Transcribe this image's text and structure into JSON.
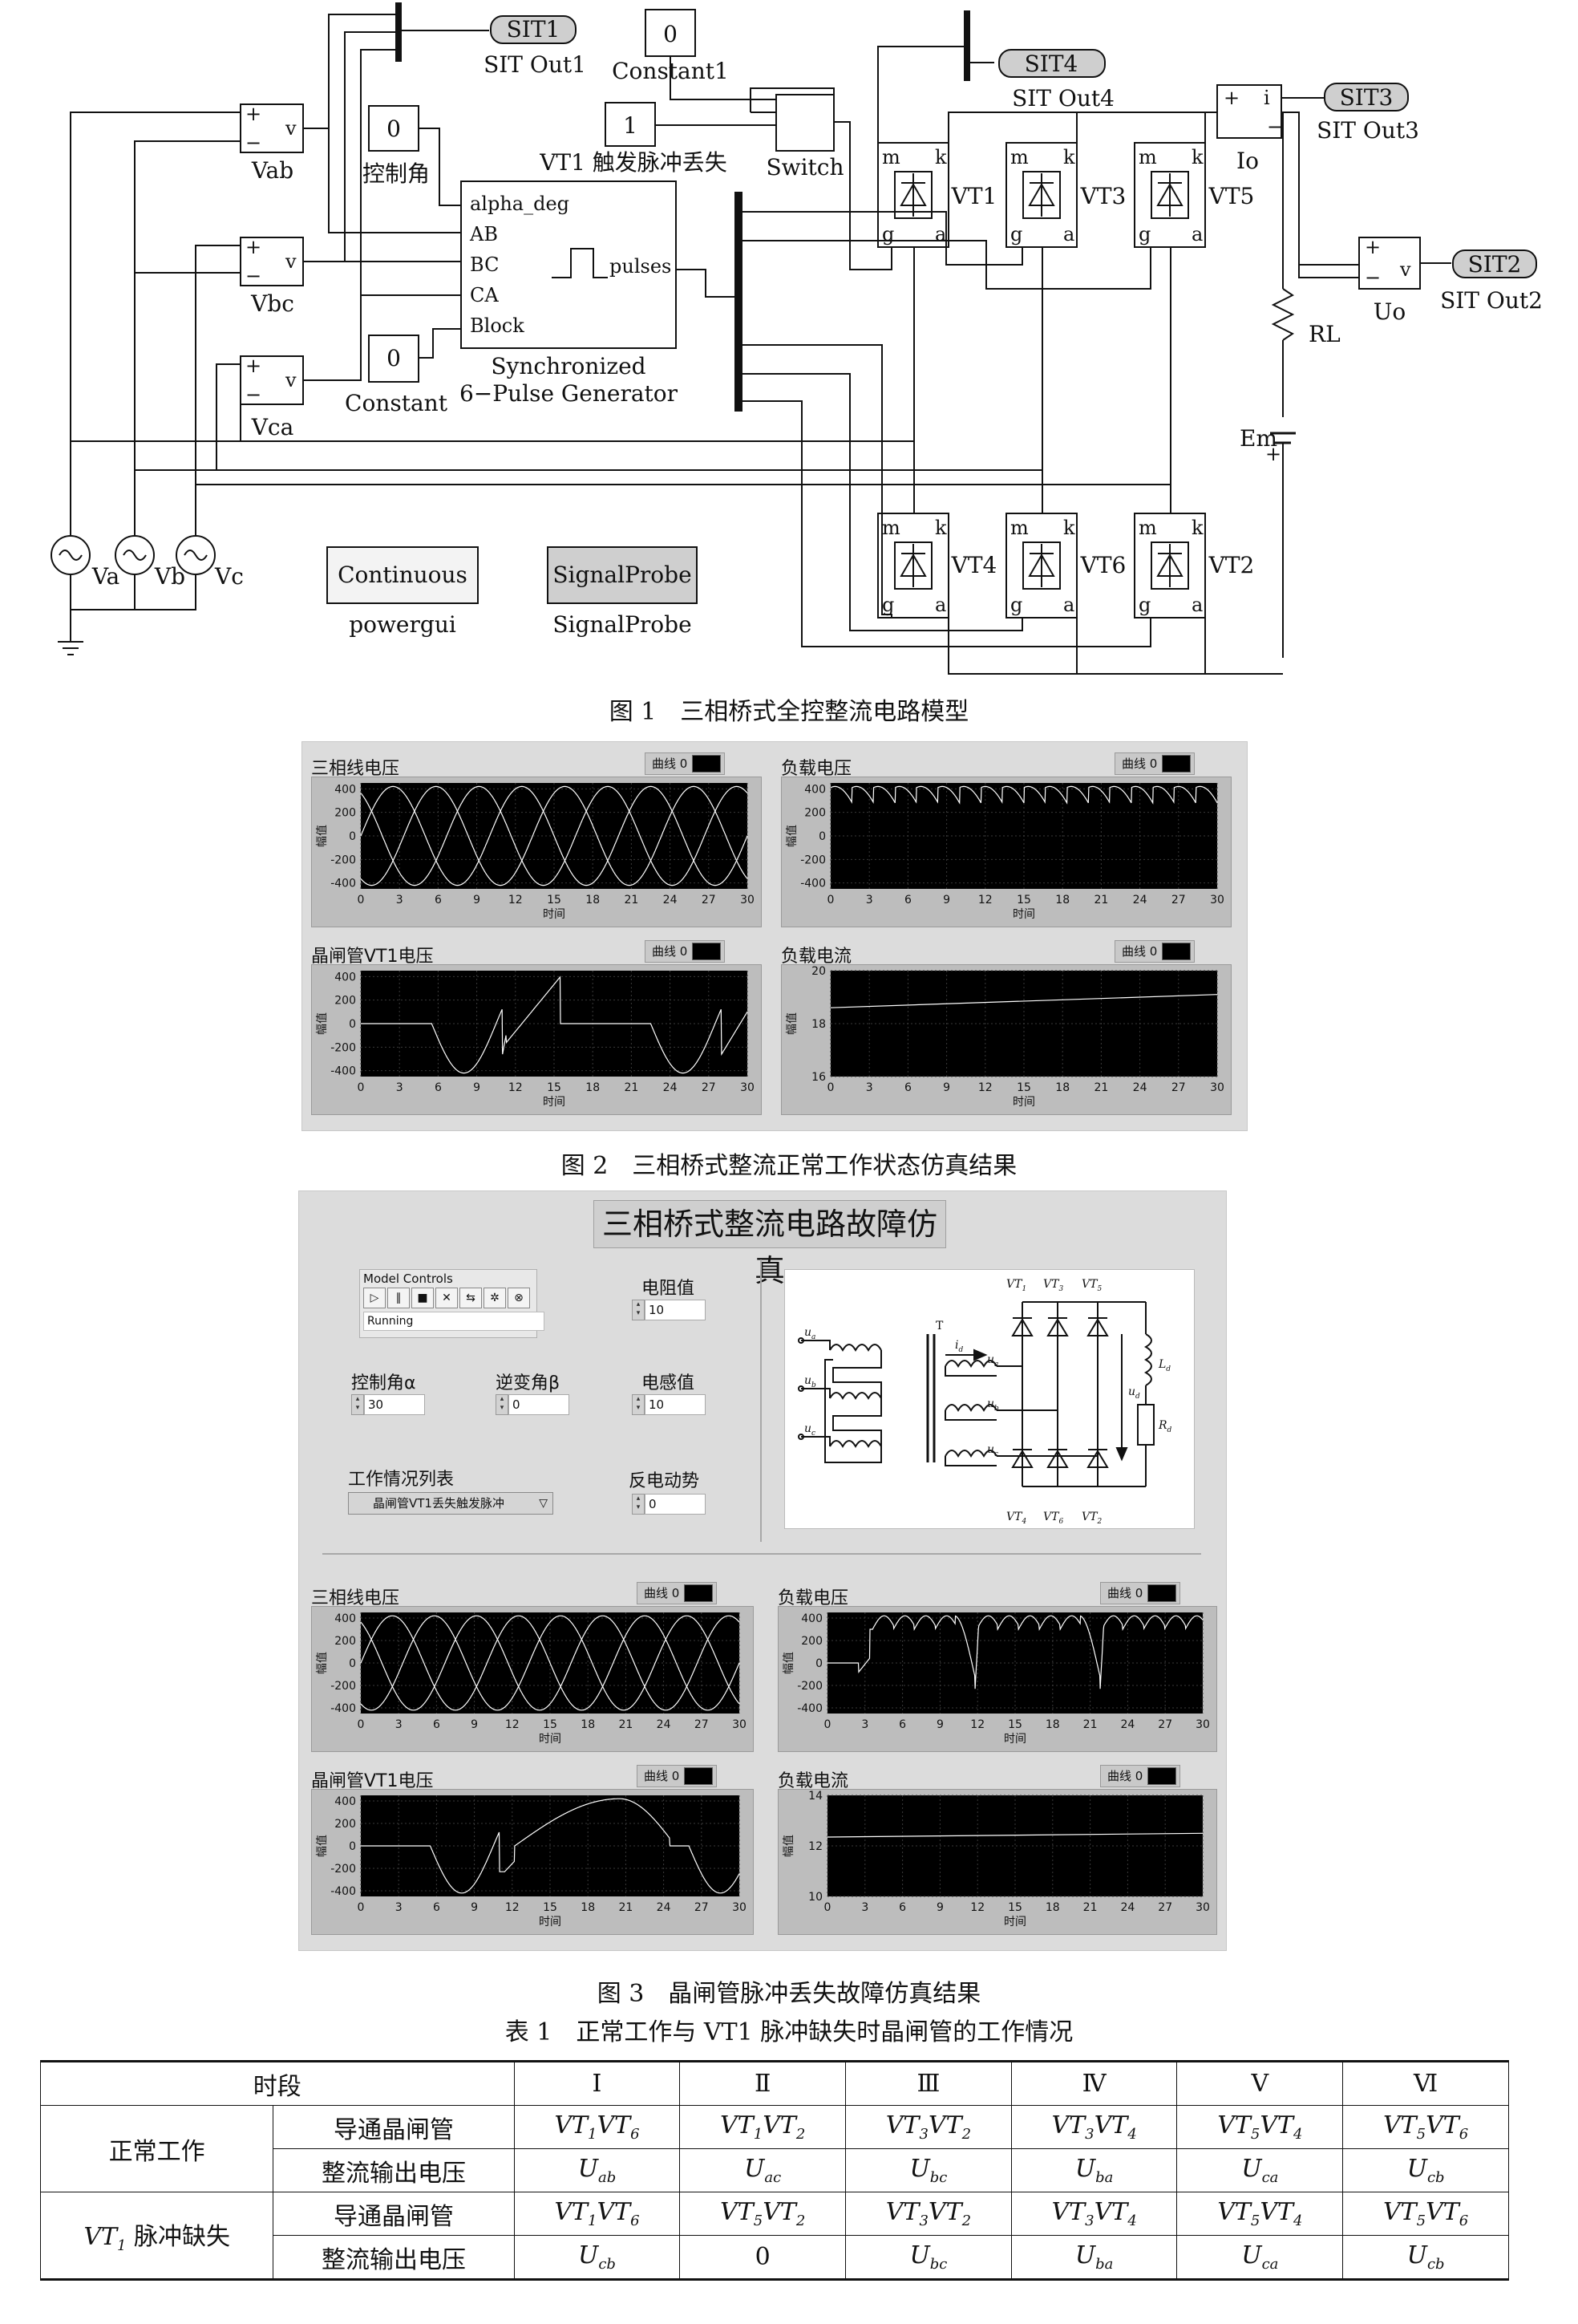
{
  "figure1": {
    "caption": "图 1　三相桥式全控整流电路模型",
    "labels": {
      "sit1": "SIT1",
      "sit1_out": "SIT Out1",
      "sit2": "SIT2",
      "sit2_out": "SIT Out2",
      "sit3": "SIT3",
      "sit3_out": "SIT Out3",
      "sit4": "SIT4",
      "sit4_out": "SIT Out4",
      "constant1_value": "0",
      "constant1": "Constant1",
      "pulse_value": "1",
      "pulse_loss": "VT1 触发脉冲丢失",
      "switch": "Switch",
      "ctrl_value": "0",
      "ctrl_angle": "控制角",
      "constant_value": "0",
      "constant": "Constant",
      "vab": "Vab",
      "vbc": "Vbc",
      "vca": "Vca",
      "va": "Va",
      "vb": "Vb",
      "vc": "Vc",
      "gen_alpha": "alpha_deg",
      "gen_ab": "AB",
      "gen_bc": "BC",
      "gen_ca": "CA",
      "gen_block": "Block",
      "gen_pulses": "pulses",
      "gen_name1": "Synchronized",
      "gen_name2": "6−Pulse Generator",
      "continuous": "Continuous",
      "powergui": "powergui",
      "signalprobe_block": "SignalProbe",
      "signalprobe": "SignalProbe",
      "vt1": "VT1",
      "vt3": "VT3",
      "vt5": "VT5",
      "vt4": "VT4",
      "vt6": "VT6",
      "vt2": "VT2",
      "io": "Io",
      "uo": "Uo",
      "rl": "RL",
      "em": "Em",
      "port_i": "i",
      "port_v": "v",
      "plus": "+",
      "minus": "−",
      "pin_m": "m",
      "pin_k": "k",
      "pin_g": "g",
      "pin_a": "a"
    }
  },
  "figure2": {
    "caption": "图 2　三相桥式整流正常工作状态仿真结果"
  },
  "figure3": {
    "caption": "图 3　晶闸管脉冲丢失故障仿真结果",
    "title": "三相桥式整流电路故障仿真",
    "model_controls": {
      "title": "Model Controls",
      "status": "Running"
    },
    "resistance": {
      "label": "电阻值",
      "value": "10"
    },
    "inductance": {
      "label": "电感值",
      "value": "10"
    },
    "control_angle": {
      "label": "控制角α",
      "value": "30"
    },
    "inverter_angle": {
      "label": "逆变角β",
      "value": "0"
    },
    "back_emf": {
      "label": "反电动势",
      "value": "0"
    },
    "work_list": {
      "label": "工作情况列表",
      "selected": "晶闸管VT1丢失触发脉冲"
    },
    "schematic": {
      "vt1": "VT",
      "vt1_sub": "1",
      "vt3": "VT",
      "vt3_sub": "3",
      "vt5": "VT",
      "vt5_sub": "5",
      "vt4": "VT",
      "vt4_sub": "4",
      "vt6": "VT",
      "vt6_sub": "6",
      "vt2": "VT",
      "vt2_sub": "2",
      "transformer": "T",
      "ua": "u",
      "ua_sub": "a",
      "ub": "u",
      "ub_sub": "b",
      "uc": "u",
      "uc_sub": "c",
      "id": "i",
      "id_sub": "d",
      "ud": "u",
      "ud_sub": "d",
      "ld": "L",
      "ld_sub": "d",
      "rd": "R",
      "rd_sub": "d",
      "ua2": "u",
      "ua2_sub": "a",
      "ub2": "u",
      "ub2_sub": "b",
      "uc2": "u",
      "uc2_sub": "c"
    }
  },
  "graph_common": {
    "legend": "曲线 0",
    "xlabel": "时间",
    "ylabel": "幅值"
  },
  "chart_data": [
    {
      "id": "f2a",
      "type": "line",
      "title": "三相线电压",
      "xlabel": "时间",
      "ylabel": "幅值",
      "x_ticks": [
        0,
        3,
        6,
        9,
        12,
        15,
        18,
        21,
        24,
        27,
        30
      ],
      "y_ticks": [
        400,
        200,
        0,
        -200,
        -400
      ],
      "ylim": [
        -450,
        450
      ],
      "series": [
        {
          "waveform": "three_phase_sine",
          "amplitude": 420,
          "period": 10
        }
      ]
    },
    {
      "id": "f2b",
      "type": "line",
      "title": "负载电压",
      "xlabel": "时间",
      "ylabel": "幅值",
      "x_ticks": [
        0,
        3,
        6,
        9,
        12,
        15,
        18,
        21,
        24,
        27,
        30
      ],
      "y_ticks": [
        400,
        200,
        0,
        -200,
        -400
      ],
      "ylim": [
        -450,
        450
      ],
      "series": [
        {
          "waveform": "rectified_ripple",
          "max": 420,
          "min": 300,
          "period": 1.667
        }
      ]
    },
    {
      "id": "f2c",
      "type": "line",
      "title": "晶闸管VT1电压",
      "xlabel": "时间",
      "ylabel": "幅值",
      "x_ticks": [
        0,
        3,
        6,
        9,
        12,
        15,
        18,
        21,
        24,
        27,
        30
      ],
      "y_ticks": [
        400,
        200,
        0,
        -200,
        -400
      ],
      "ylim": [
        -450,
        450
      ],
      "series": [
        {
          "waveform": "vt1_normal"
        }
      ]
    },
    {
      "id": "f2d",
      "type": "line",
      "title": "负载电流",
      "xlabel": "时间",
      "ylabel": "幅值",
      "x_ticks": [
        0,
        3,
        6,
        9,
        12,
        15,
        18,
        21,
        24,
        27,
        30
      ],
      "y_ticks": [
        20,
        18,
        16
      ],
      "ylim": [
        16,
        20
      ],
      "series": [
        {
          "x": [
            0,
            30
          ],
          "y": [
            18.6,
            19.1
          ]
        }
      ]
    },
    {
      "id": "f3a",
      "type": "line",
      "title": "三相线电压",
      "xlabel": "时间",
      "ylabel": "幅值",
      "x_ticks": [
        0,
        3,
        6,
        9,
        12,
        15,
        18,
        21,
        24,
        27,
        30
      ],
      "y_ticks": [
        400,
        200,
        0,
        -200,
        -400
      ],
      "ylim": [
        -450,
        450
      ],
      "series": [
        {
          "waveform": "three_phase_sine",
          "amplitude": 420,
          "period": 10
        }
      ]
    },
    {
      "id": "f3b",
      "type": "line",
      "title": "负载电压",
      "xlabel": "时间",
      "ylabel": "幅值",
      "x_ticks": [
        0,
        3,
        6,
        9,
        12,
        15,
        18,
        21,
        24,
        27,
        30
      ],
      "y_ticks": [
        400,
        200,
        0,
        -200,
        -400
      ],
      "ylim": [
        -450,
        450
      ],
      "series": [
        {
          "waveform": "rectified_fault"
        }
      ]
    },
    {
      "id": "f3c",
      "type": "line",
      "title": "晶闸管VT1电压",
      "xlabel": "时间",
      "ylabel": "幅值",
      "x_ticks": [
        0,
        3,
        6,
        9,
        12,
        15,
        18,
        21,
        24,
        27,
        30
      ],
      "y_ticks": [
        400,
        200,
        0,
        -200,
        -400
      ],
      "ylim": [
        -450,
        450
      ],
      "series": [
        {
          "waveform": "vt1_fault"
        }
      ]
    },
    {
      "id": "f3d",
      "type": "line",
      "title": "负载电流",
      "xlabel": "时间",
      "ylabel": "幅值",
      "x_ticks": [
        0,
        3,
        6,
        9,
        12,
        15,
        18,
        21,
        24,
        27,
        30
      ],
      "y_ticks": [
        14,
        12,
        10
      ],
      "ylim": [
        10,
        14
      ],
      "series": [
        {
          "x": [
            0,
            30
          ],
          "y": [
            12.35,
            12.5
          ]
        }
      ]
    }
  ],
  "table1": {
    "caption": "表 1　正常工作与 VT1 脉冲缺失时晶闸管的工作情况",
    "header": {
      "period": "时段",
      "cols": [
        "Ⅰ",
        "Ⅱ",
        "Ⅲ",
        "Ⅳ",
        "Ⅴ",
        "Ⅵ"
      ]
    },
    "groups": [
      {
        "name": "正常工作",
        "rows": [
          {
            "label": "导通晶闸管",
            "cells": [
              [
                "VT",
                "1",
                "VT",
                "6"
              ],
              [
                "VT",
                "1",
                "VT",
                "2"
              ],
              [
                "VT",
                "3",
                "VT",
                "2"
              ],
              [
                "VT",
                "3",
                "VT",
                "4"
              ],
              [
                "VT",
                "5",
                "VT",
                "4"
              ],
              [
                "VT",
                "5",
                "VT",
                "6"
              ]
            ]
          },
          {
            "label": "整流输出电压",
            "cells": [
              [
                "U",
                "ab"
              ],
              [
                "U",
                "ac"
              ],
              [
                "U",
                "bc"
              ],
              [
                "U",
                "ba"
              ],
              [
                "U",
                "ca"
              ],
              [
                "U",
                "cb"
              ]
            ]
          }
        ]
      },
      {
        "name_main": "VT",
        "name_sub": "1",
        "name_rest": " 脉冲缺失",
        "rows": [
          {
            "label": "导通晶闸管",
            "cells": [
              [
                "VT",
                "1",
                "VT",
                "6"
              ],
              [
                "VT",
                "5",
                "VT",
                "2"
              ],
              [
                "VT",
                "3",
                "VT",
                "2"
              ],
              [
                "VT",
                "3",
                "VT",
                "4"
              ],
              [
                "VT",
                "5",
                "VT",
                "4"
              ],
              [
                "VT",
                "5",
                "VT",
                "6"
              ]
            ]
          },
          {
            "label": "整流输出电压",
            "cells": [
              [
                "U",
                "cb"
              ],
              [
                "0"
              ],
              [
                "U",
                "bc"
              ],
              [
                "U",
                "ba"
              ],
              [
                "U",
                "ca"
              ],
              [
                "U",
                "cb"
              ]
            ]
          }
        ]
      }
    ]
  }
}
